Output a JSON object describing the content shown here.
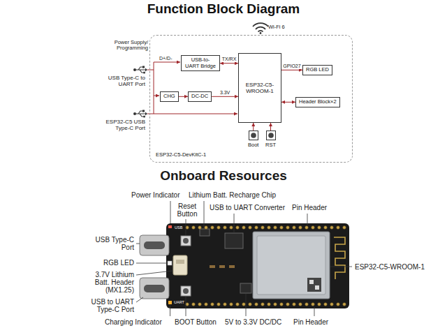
{
  "diagram": {
    "title": "Function Block Diagram",
    "nodes": [
      {
        "text": [
          "ESP32-C5-DevKitC-1"
        ]
      },
      {
        "text": [
          "USB-to-UART Bridge"
        ],
        "in": 0
      },
      {
        "text": [
          "CHG"
        ],
        "in": 0
      },
      {
        "text": [
          "DC-DC"
        ],
        "in": 0
      },
      {
        "text": [
          "ESP32-C5-WROOM-1"
        ],
        "in": 0
      },
      {
        "text": [
          "RGB LED"
        ],
        "in": 0
      },
      {
        "text": [
          "Header Block×2"
        ],
        "in": 0
      },
      {
        "text": [
          "Boot"
        ],
        "in": 0
      },
      {
        "text": [
          "RST"
        ],
        "in": 0
      }
    ],
    "edges": [
      {
        "from": 1,
        "to": 4,
        "label": "TX/RX",
        "arrow": "both"
      },
      {
        "from": 2,
        "to": 3,
        "arrow": "to"
      },
      {
        "from": 3,
        "to": 4,
        "label": "3.3V",
        "arrow": "to"
      },
      {
        "from": 4,
        "to": 5,
        "label": "GPIO27",
        "arrow": "to"
      },
      {
        "from": 4,
        "to": 6,
        "arrow": "both"
      },
      {
        "from": 7,
        "to": 4,
        "arrow": "to"
      },
      {
        "from": 8,
        "to": 4,
        "arrow": "to"
      }
    ],
    "labels": [
      "Wi-Fi 6",
      "Power Supply/ Programming",
      "D+/D-",
      "USB Type-C to UART Port",
      "ESP32-C5 USB Type-C Port",
      "Onboard Resources",
      "Power Indicator",
      "Lithium Batt. Recharge Chip",
      "Reset Button",
      "USB to UART Converter",
      "Pin Header",
      "USB Type-C Port",
      "RGB LED",
      "3.7V Lithium Batt. Header (MX1.25)",
      "ESP32-C5-WROOM-1",
      "USB to UART Type-C Port",
      "Charging Indicator",
      "BOOT Button",
      "5V to 3.3V DC/DC",
      "Pin Header",
      "USB",
      "UART"
    ]
  }
}
